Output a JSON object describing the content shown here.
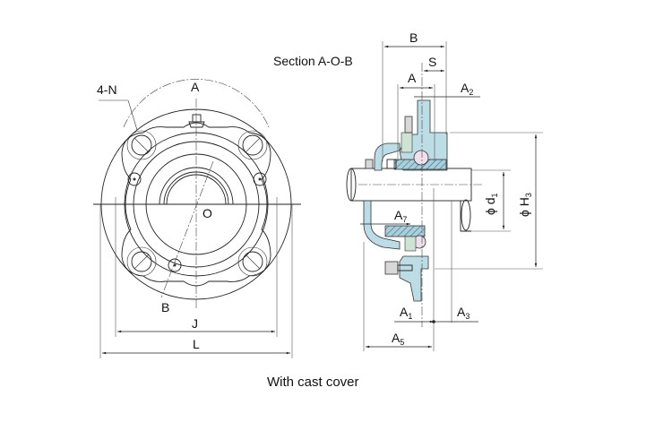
{
  "caption": "With cast cover",
  "front_view": {
    "labels": {
      "a": "A",
      "o": "O",
      "b": "B",
      "n": "4-N",
      "j": "J",
      "l": "L"
    }
  },
  "section_view": {
    "title": "Section A-O-B",
    "labels": {
      "b": "B",
      "s": "S",
      "a": "A",
      "a2": "A",
      "a2_sub": "2",
      "a7": "A",
      "a7_sub": "7",
      "a1": "A",
      "a1_sub": "1",
      "a3": "A",
      "a3_sub": "3",
      "a5": "A",
      "a5_sub": "5",
      "d1": "ϕ d",
      "d1_sub": "1",
      "h3": "ϕ H",
      "h3_sub": "3"
    }
  },
  "colors": {
    "housing": "#bcdde6",
    "ball": "#efe0ee",
    "seal": "#cfe3d4"
  }
}
